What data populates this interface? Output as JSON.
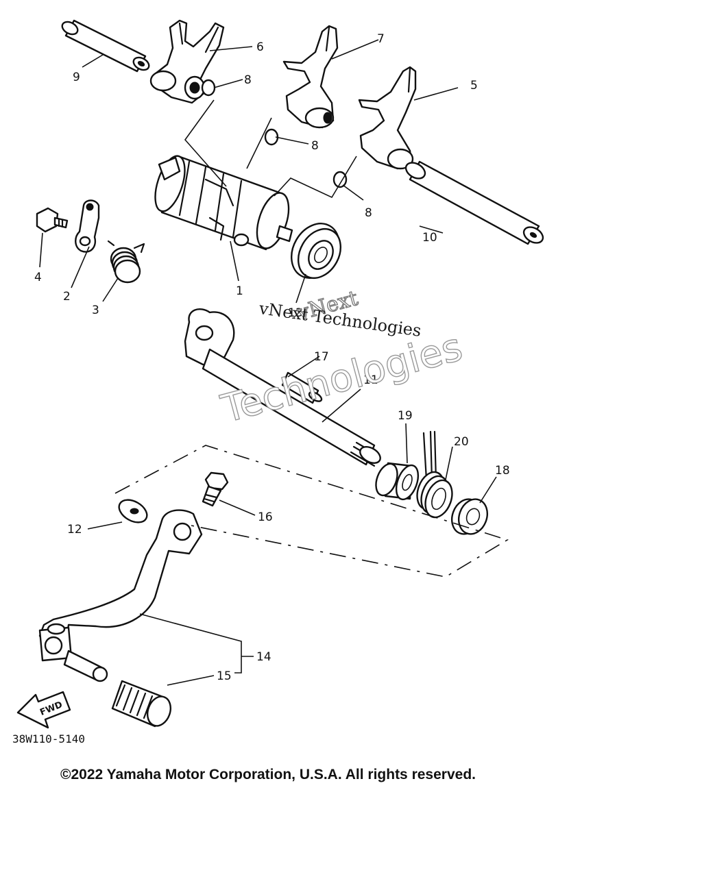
{
  "diagram": {
    "callouts": [
      "1",
      "2",
      "3",
      "4",
      "5",
      "6",
      "7",
      "8",
      "8",
      "8",
      "9",
      "10",
      "11",
      "12",
      "13",
      "14",
      "15",
      "16",
      "17",
      "18",
      "19",
      "20"
    ],
    "fwd_label": "FWD",
    "drawing_code": "38W110-5140",
    "copyright": "©2022 Yamaha Motor Corporation, U.S.A. All rights reserved.",
    "watermark": {
      "line_a": "vNext",
      "line_b": "vNext Technologies",
      "line_c": "Technologies"
    }
  }
}
